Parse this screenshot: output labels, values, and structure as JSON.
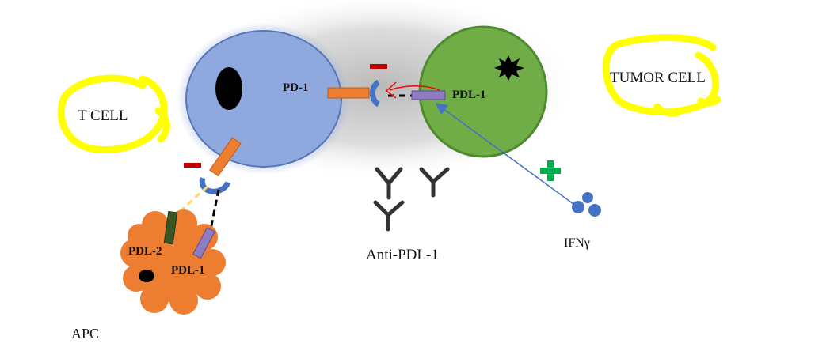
{
  "labels": {
    "t_cell": "T CELL",
    "tumor_cell": "TUMOR CELL",
    "pd1": "PD-1",
    "pdl1_tumor": "PDL-1",
    "pdl2_apc": "PDL-2",
    "pdl1_apc": "PDL-1",
    "apc": "APC",
    "anti_pdl1": "Anti-PDL-1",
    "ifn": "IFNγ"
  },
  "colors": {
    "t_cell_fill": "#8fa9de",
    "t_cell_stroke": "#5577bb",
    "tumor_fill": "#70ad47",
    "tumor_stroke": "#4e8a2e",
    "apc_fill": "#ed7d31",
    "receptor_orange": "#ed7d31",
    "receptor_blue": "#4472c4",
    "pdl1_purple": "#8e7cc3",
    "pdl2_green": "#385723",
    "inhibit_red": "#c00000",
    "stimulate_green": "#00b050",
    "highlight_yellow": "#ffff00",
    "ifn_blue": "#4472c4",
    "arrow_red": "#ff0000"
  }
}
